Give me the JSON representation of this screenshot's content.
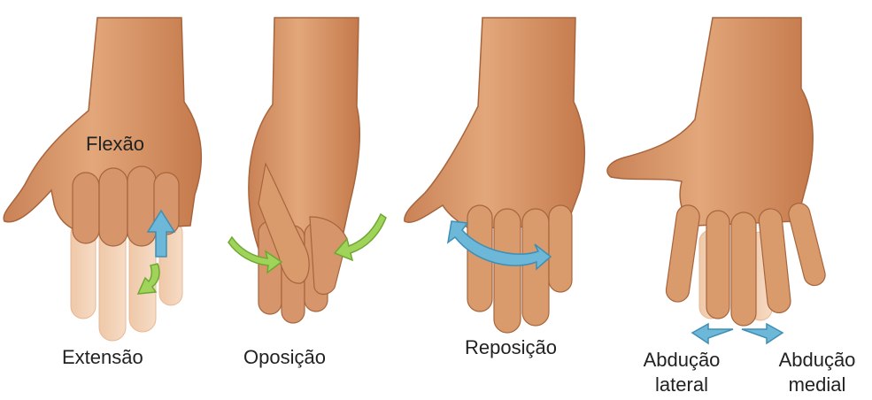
{
  "colors": {
    "skin": "#d99a6c",
    "skin_dark": "#b87448",
    "skin_light": "#efc3a0",
    "ghost": "#f3d3ba",
    "arrow_blue": "#6db8d9",
    "arrow_blue_stroke": "#3e8fb4",
    "arrow_green": "#9fd35a",
    "arrow_green_stroke": "#6ea832",
    "text": "#222222"
  },
  "labels": {
    "flexao": "Flexão",
    "extensao": "Extensão",
    "oposicao": "Oposição",
    "reposicao": "Reposição",
    "abducao_lateral_1": "Abdução",
    "abducao_lateral_2": "lateral",
    "abducao_medial_1": "Abdução",
    "abducao_medial_2": "medial"
  },
  "icons": {
    "flexion_arrow": "arrow-up-blue",
    "extension_arrow": "arrow-down-green",
    "opposition_arrows": "curved-arrows-green",
    "reposition_arrow": "double-curved-arrow-blue",
    "abduction_arrows": "double-arrow-blue"
  }
}
